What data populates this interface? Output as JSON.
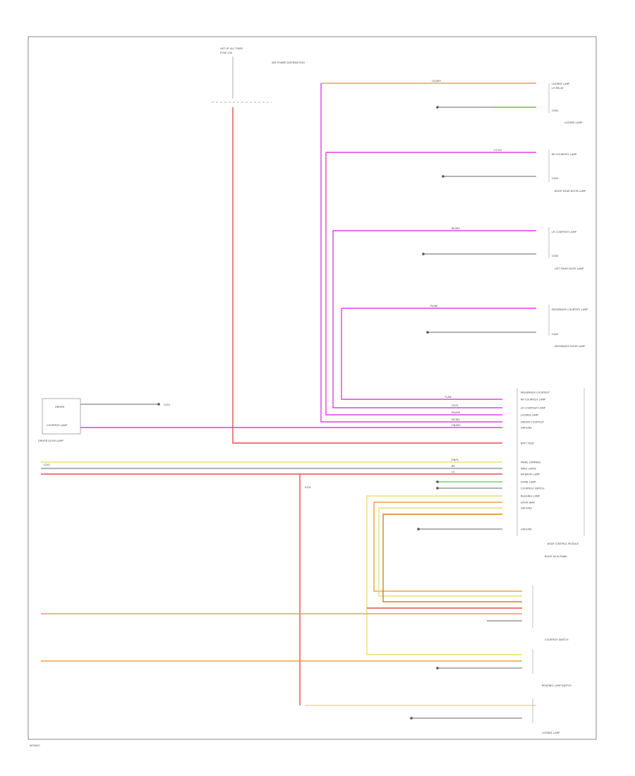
{
  "colors": {
    "magenta": "#e040e0",
    "red": "#e05050",
    "orange": "#f0a040",
    "yellow": "#e8e070",
    "green": "#70d070",
    "gray": "#999999",
    "pink": "#f0a0b0",
    "dark_orange": "#d08020"
  },
  "labels": {
    "footer_code": "W00000",
    "top_fuse": "HOT AT ALL TIMES",
    "top_fuse_sub": "FUSE 10A",
    "center_note": "SEE POWER DISTRIBUTION",
    "right_top_lamp": "LICENSE LAMP",
    "right_top_lamp_sub": "LH RELAY",
    "right_top_ground": "G300",
    "right_top_caption": "LICENSE LAMP",
    "lh_door_lamp": "RR COURTESY LAMP",
    "lh_door_ground": "G300",
    "lh_door_caption": "RIGHT REAR DOOR LAMP",
    "rr_door_lamp": "LR COURTESY LAMP",
    "rr_door_ground": "G300",
    "rr_door_caption": "LEFT REAR DOOR LAMP",
    "pass_lamp": "PASSENGER COURTESY LAMP",
    "pass_ground": "G300",
    "pass_caption": "PASSENGER DOOR LAMP",
    "driver_box": "DRIVER",
    "driver_sub": "COURTESY LAMP",
    "driver_caption": "DRIVER DOOR LAMP",
    "bcm_caption": "BODY CONTROL MODULE",
    "bcm_sub": "RIGHT KICK PANEL",
    "left_ground_1": "G201",
    "left_ground_2": "G201",
    "left_splice": "S201",
    "courtesy_switch": "COURTESY SWITCH",
    "reading_lamp_switch": "READING LAMP SWITCH",
    "license_lamp": "LICENSE LAMP",
    "bcm_pins": [
      "PASSENGER COURTESY",
      "RR COURTESY LAMP",
      "LR COURTESY LAMP",
      "LICENSE LAMP",
      "DRIVER COURTESY",
      "GROUND",
      "BATT FEED",
      "PANEL DIMMING",
      "PARK LAMPS",
      "INTERIOR LAMP",
      "DOME LAMP",
      "COURTESY SWITCH",
      "READING LAMP",
      "DOOR AJAR",
      "GROUND",
      "GROUND"
    ],
    "wire_codes": [
      "OG/WH",
      "VT/OG",
      "BK/WH",
      "PK/BK",
      "YL/BK",
      "GY/YL",
      "RD/WH",
      "WT/BU",
      "GN/WH",
      "DB/YL",
      "BR",
      "LG"
    ]
  }
}
